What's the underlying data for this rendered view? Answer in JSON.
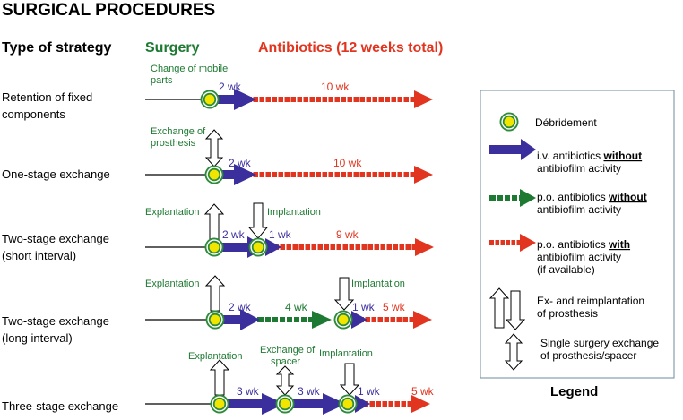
{
  "title": "SURGICAL PROCEDURES",
  "headers": {
    "strategy": "Type of strategy",
    "surgery": "Surgery",
    "antibiotics": "Antibiotics (12 weeks total)"
  },
  "colors": {
    "iv_blue": "#3b2f9e",
    "po_green": "#1e7a32",
    "po_red": "#e1351f",
    "surgery_green": "#1e7a32",
    "antibiotics_red": "#e1351f",
    "debridement_yellow": "#f2e600",
    "debridement_green": "#2d8a3a"
  },
  "rows": [
    {
      "label_lines": [
        "Retention of fixed",
        "components"
      ],
      "annotations": [
        {
          "lines": [
            "Change of mobile",
            "parts"
          ]
        }
      ],
      "durations": [
        "2 wk",
        "10 wk"
      ]
    },
    {
      "label_lines": [
        "One-stage exchange"
      ],
      "annotations": [
        {
          "lines": [
            "Exchange of",
            "prosthesis"
          ]
        }
      ],
      "durations": [
        "2 wk",
        "10 wk"
      ]
    },
    {
      "label_lines": [
        "Two-stage exchange",
        "(short interval)"
      ],
      "annotations": [
        {
          "lines": [
            "Explantation"
          ]
        },
        {
          "lines": [
            "Implantation"
          ]
        }
      ],
      "durations": [
        "2 wk",
        "1 wk",
        "9 wk"
      ]
    },
    {
      "label_lines": [
        "Two-stage exchange",
        "(long interval)"
      ],
      "annotations": [
        {
          "lines": [
            "Explantation"
          ]
        },
        {
          "lines": [
            "Implantation"
          ]
        }
      ],
      "durations": [
        "2 wk",
        "4 wk",
        "1 wk",
        "5 wk"
      ]
    },
    {
      "label_lines": [
        "Three-stage exchange"
      ],
      "annotations": [
        {
          "lines": [
            "Explantation"
          ]
        },
        {
          "lines": [
            "Exchange of",
            "spacer"
          ]
        },
        {
          "lines": [
            "Implantation"
          ]
        }
      ],
      "durations": [
        "3 wk",
        "3 wk",
        "1 wk",
        "5 wk"
      ]
    }
  ],
  "legend": {
    "title": "Legend",
    "items": [
      {
        "icon": "debridement-icon",
        "lines": [
          "Débridement"
        ]
      },
      {
        "icon": "iv-arrow-icon",
        "lines": [
          "i.v. antibiotics ",
          "without",
          "antibiofilm activity"
        ]
      },
      {
        "icon": "po-green-arrow-icon",
        "lines": [
          "p.o. antibiotics ",
          "without",
          "antibiofilm activity"
        ]
      },
      {
        "icon": "po-red-arrow-icon",
        "lines": [
          "p.o. antibiotics ",
          "with",
          "antibiofilm activity",
          "(if available)"
        ]
      },
      {
        "icon": "ex-reimplant-arrows-icon",
        "lines": [
          "Ex- and reimplantation",
          "of prosthesis"
        ]
      },
      {
        "icon": "single-surgery-arrow-icon",
        "lines": [
          "Single surgery exchange",
          "of prosthesis/spacer"
        ]
      }
    ]
  }
}
